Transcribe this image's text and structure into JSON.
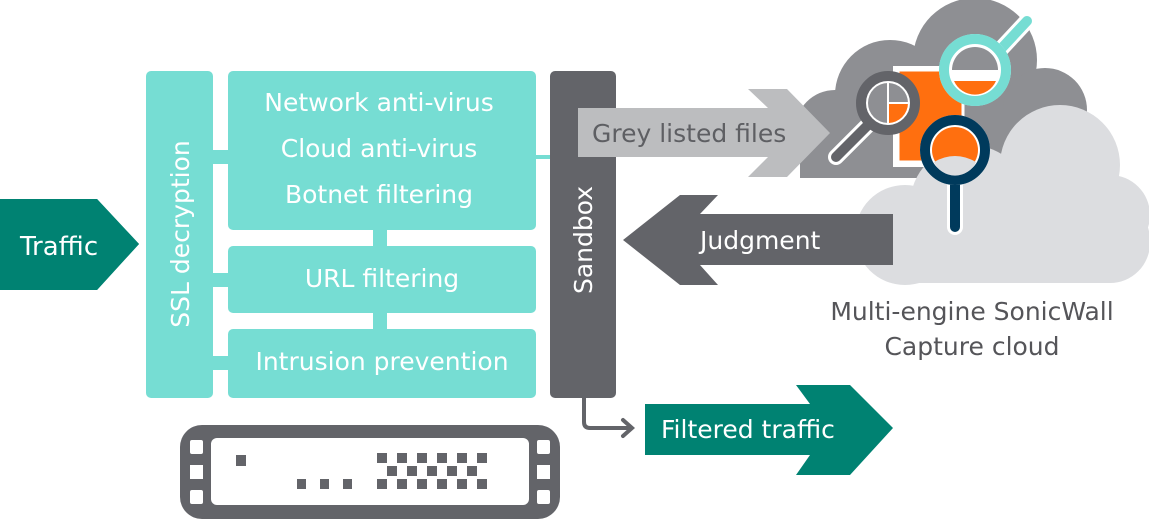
{
  "colors": {
    "teal_light": "#76ddd3",
    "teal_dark": "#008272",
    "sandbox_grey": "#636469",
    "grey_arrow": "#bcbdbf",
    "grey_arrow_text": "#5e5f63",
    "cloud_dark": "#8e8f93",
    "cloud_light": "#dcdde0",
    "orange": "#ff6f0f",
    "navy": "#003a5c",
    "caption_text": "#555559"
  },
  "input": {
    "label": "Traffic"
  },
  "ssl": {
    "label": "SSL decryption"
  },
  "modules": {
    "top": {
      "lines": [
        "Network anti-virus",
        "Cloud anti-virus",
        "Botnet filtering"
      ]
    },
    "url": {
      "label": "URL filtering"
    },
    "ips": {
      "label": "Intrusion prevention"
    }
  },
  "sandbox": {
    "label": "Sandbox"
  },
  "grey_listed": {
    "label": "Grey listed files"
  },
  "judgment": {
    "label": "Judgment"
  },
  "cloud": {
    "caption_line1": "Multi-engine SonicWall",
    "caption_line2": "Capture cloud"
  },
  "output": {
    "label": "Filtered traffic"
  },
  "icons": {
    "cloud": "cloud-icon",
    "magnifier_grey": "magnifying-glass-icon",
    "magnifier_teal": "magnifying-glass-icon",
    "magnifier_navy": "magnifying-glass-icon",
    "file": "document-icon",
    "appliance": "firewall-appliance-icon"
  }
}
